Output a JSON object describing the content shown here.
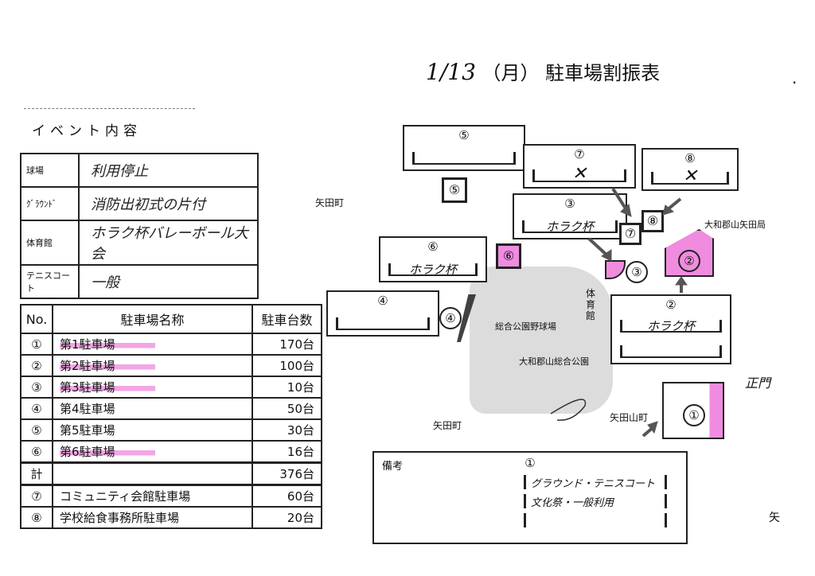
{
  "header": {
    "date_hand": "1/13",
    "weekday": "（月）",
    "title": "駐車場割振表",
    "dot": "."
  },
  "event": {
    "heading": "イベント内容",
    "rows": [
      {
        "label": "球場",
        "value": "利用停止"
      },
      {
        "label": "ｸﾞﾗｳﾝﾄﾞ",
        "value": "消防出初式の片付"
      },
      {
        "label": "体育館",
        "value": "ホラク杯バレーボール大会"
      },
      {
        "label": "テニスコート",
        "value": "一般"
      }
    ]
  },
  "parking_table": {
    "headers": {
      "no": "No.",
      "name": "駐車場名称",
      "count": "駐車台数"
    },
    "rows": [
      {
        "no": "①",
        "name": "第1駐車場",
        "count": "170台",
        "highlight": true
      },
      {
        "no": "②",
        "name": "第2駐車場",
        "count": "100台",
        "highlight": true
      },
      {
        "no": "③",
        "name": "第3駐車場",
        "count": "10台",
        "highlight": true
      },
      {
        "no": "④",
        "name": "第4駐車場",
        "count": "50台",
        "highlight": false
      },
      {
        "no": "⑤",
        "name": "第5駐車場",
        "count": "30台",
        "highlight": false
      },
      {
        "no": "⑥",
        "name": "第6駐車場",
        "count": "16台",
        "highlight": true
      }
    ],
    "total": {
      "label": "計",
      "count": "376台"
    },
    "extra": [
      {
        "no": "⑦",
        "name": "コミュニティ会館駐車場",
        "count": "60台"
      },
      {
        "no": "⑧",
        "name": "学校給食事務所駐車場",
        "count": "20台"
      }
    ]
  },
  "map": {
    "boxes": {
      "b5": {
        "num": "⑤",
        "text": ""
      },
      "b7": {
        "num": "⑦",
        "text": "✕"
      },
      "b8": {
        "num": "⑧",
        "text": "✕"
      },
      "b3": {
        "num": "③",
        "text": "ホラク杯"
      },
      "b6": {
        "num": "⑥",
        "text": "ホラク杯"
      },
      "b4": {
        "num": "④",
        "text": ""
      },
      "b2": {
        "num": "②",
        "text": "ホラク杯"
      }
    },
    "markers": {
      "m5": "⑤",
      "m6": "⑥",
      "m7": "⑦",
      "m8": "⑧",
      "m3": "③",
      "m2": "②",
      "m4": "④",
      "m1": "①"
    },
    "labels": {
      "yata1": "矢田町",
      "yata2": "矢田町",
      "yatayama": "矢田山町",
      "postoffice": "大和郡山矢田局",
      "gym": "体育館",
      "stadium": "総合公園野球場",
      "park": "大和郡山総合公園",
      "seimon": "正門",
      "edge": "矢"
    }
  },
  "remarks": {
    "heading": "備考",
    "num": "①",
    "lines": [
      "グラウンド・テニスコート",
      "文化祭・一般利用",
      ""
    ]
  },
  "colors": {
    "highlight": "#f08ce0",
    "ink": "#222222"
  }
}
